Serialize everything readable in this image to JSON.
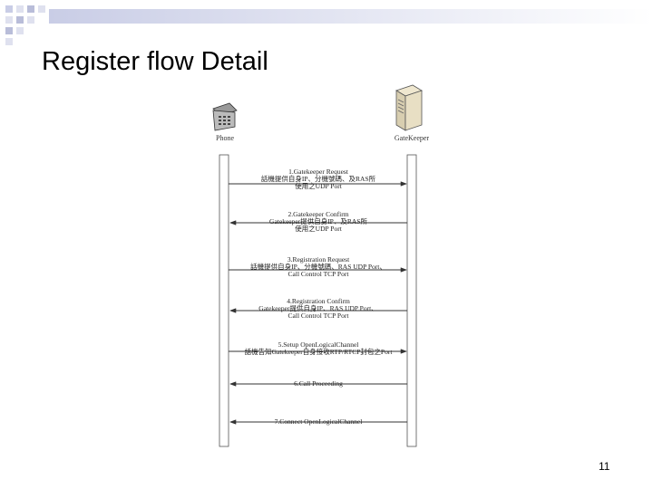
{
  "slide": {
    "title": "Register flow Detail",
    "page_number": "11"
  },
  "colors": {
    "corner_square_light": "#dfe1ef",
    "corner_square_mid": "#b9bdd9",
    "corner_gradient": "#c9cde6"
  },
  "diagram": {
    "actors": [
      {
        "label": "Phone",
        "icon": "telephone-icon"
      },
      {
        "label": "GateKeeper",
        "icon": "server-icon"
      }
    ],
    "messages": [
      {
        "direction": "to-right",
        "lines": [
          "1.Gatekeeper Request",
          "話機提供自身IP、分機號碼、及RAS所",
          "使用之UDP Port"
        ]
      },
      {
        "direction": "to-left",
        "lines": [
          "2.Gatekeeper Confirm",
          "Gatekeeper提供自身IP、及RAS所",
          "使用之UDP Port"
        ]
      },
      {
        "direction": "to-right",
        "lines": [
          "3.Registration Request",
          "話機提供自身IP、分機號碼、RAS UDP Port、",
          "Call Control TCP Port"
        ]
      },
      {
        "direction": "to-left",
        "lines": [
          "4.Registration Confirm",
          "Gatekeeper提供自身IP、RAS UDP Port、",
          "Call Control TCP Port"
        ]
      },
      {
        "direction": "to-right",
        "lines": [
          "5.Setup OpenLogicalChannel",
          "話機告知Gatekeeper自身接收RTP/RTCP封包之Port"
        ]
      },
      {
        "direction": "to-left",
        "lines": [
          "6.Call Proceeding"
        ]
      },
      {
        "direction": "to-left",
        "lines": [
          "7.Connect OpenLogicalChannel"
        ]
      }
    ]
  }
}
